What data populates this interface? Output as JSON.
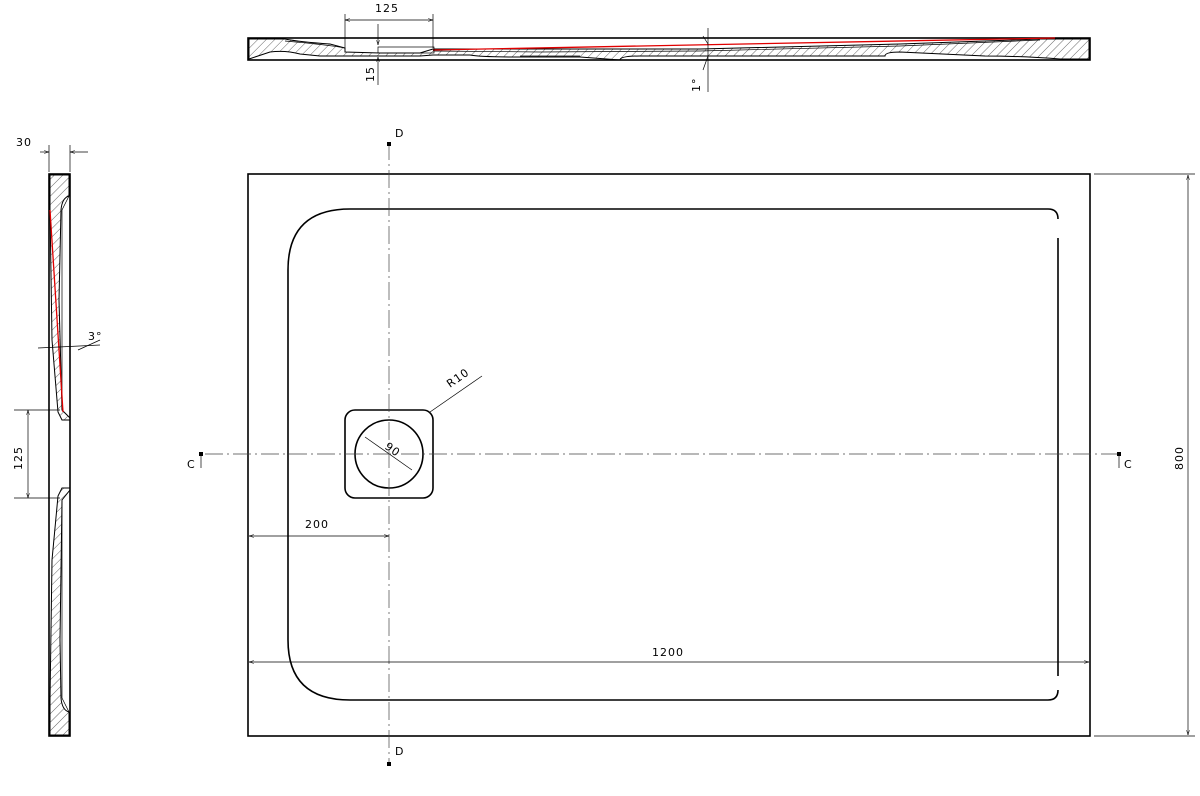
{
  "top_section": {
    "width_125": "125",
    "depth_15": "15",
    "slope_1": "1°"
  },
  "side_section": {
    "thickness_30": "30",
    "slope_3": "3°",
    "outlet_125": "125"
  },
  "plan": {
    "section_d_top": "D",
    "section_d_bottom": "D",
    "section_c_left": "C",
    "section_c_right": "C",
    "radius_r10": "R10",
    "drain_dia_90": "90",
    "offset_200": "200",
    "length_1200": "1200",
    "width_800": "800"
  },
  "colors": {
    "line": "#000000",
    "slope_line": "#e00000"
  }
}
